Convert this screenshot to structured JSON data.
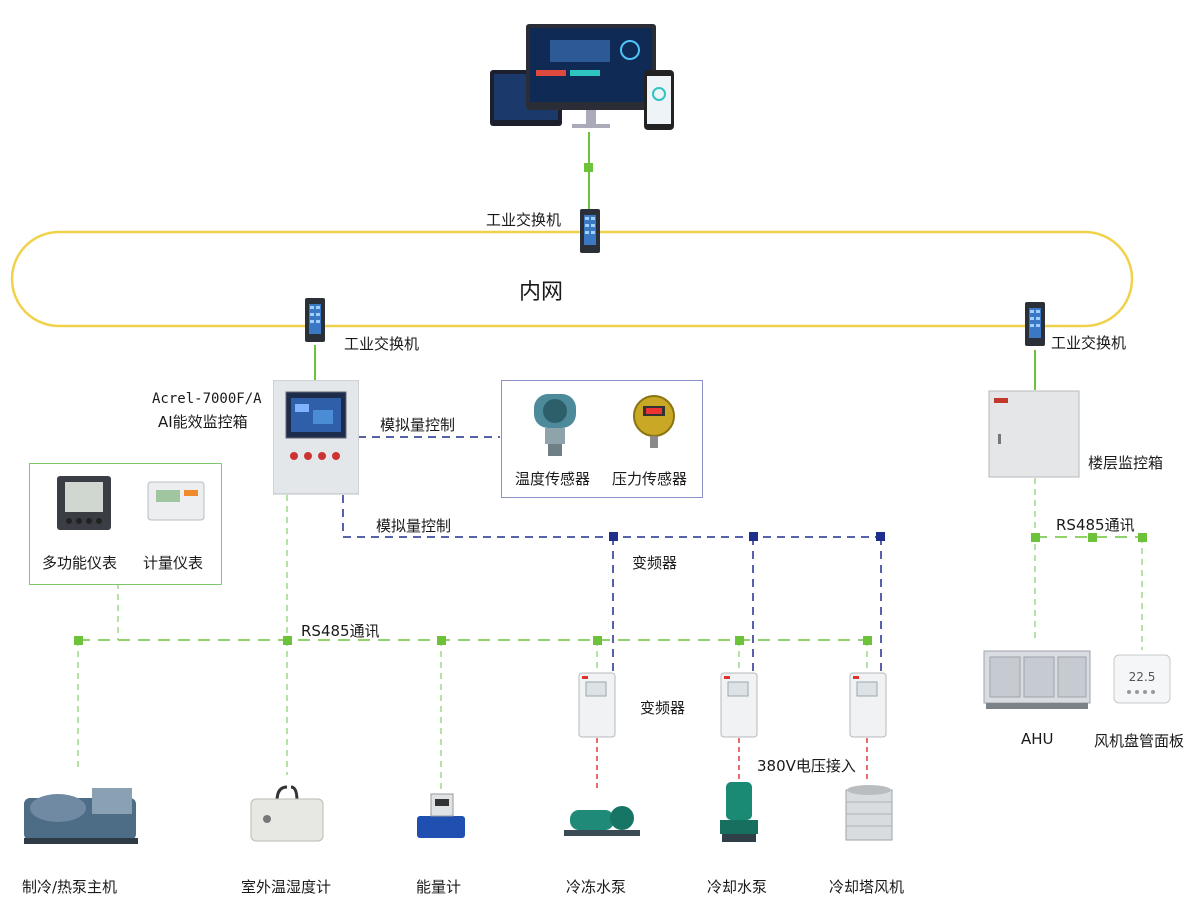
{
  "labels": {
    "switch_top": "工业交换机",
    "intranet": "内网",
    "switch_left": "工业交换机",
    "switch_right": "工业交换机",
    "cabinet_line1": "Acrel-7000F/A",
    "cabinet_line2": "AI能效监控箱",
    "analog_control_1": "模拟量控制",
    "analog_control_2": "模拟量控制",
    "temp_sensor": "温度传感器",
    "pressure_sensor": "压力传感器",
    "multi_meter": "多功能仪表",
    "metering_meter": "计量仪表",
    "rs485_left": "RS485通讯",
    "rs485_right": "RS485通讯",
    "vfd_top": "变频器",
    "vfd_mid": "变频器",
    "voltage_380": "380V电压接入",
    "floor_cabinet": "楼层监控箱",
    "ahu": "AHU",
    "fan_coil_panel": "风机盘管面板",
    "chiller": "制冷/热泵主机",
    "outdoor_th": "室外温湿度计",
    "energy_meter": "能量计",
    "chilled_pump": "冷冻水泵",
    "cooling_pump": "冷却水泵",
    "cooling_tower_fan": "冷却塔风机"
  },
  "colors": {
    "rs485_line": "#6cc33a",
    "analog_line": "#1f2d8c",
    "power_line": "#e23b3b",
    "ring": "#f0d24a"
  }
}
